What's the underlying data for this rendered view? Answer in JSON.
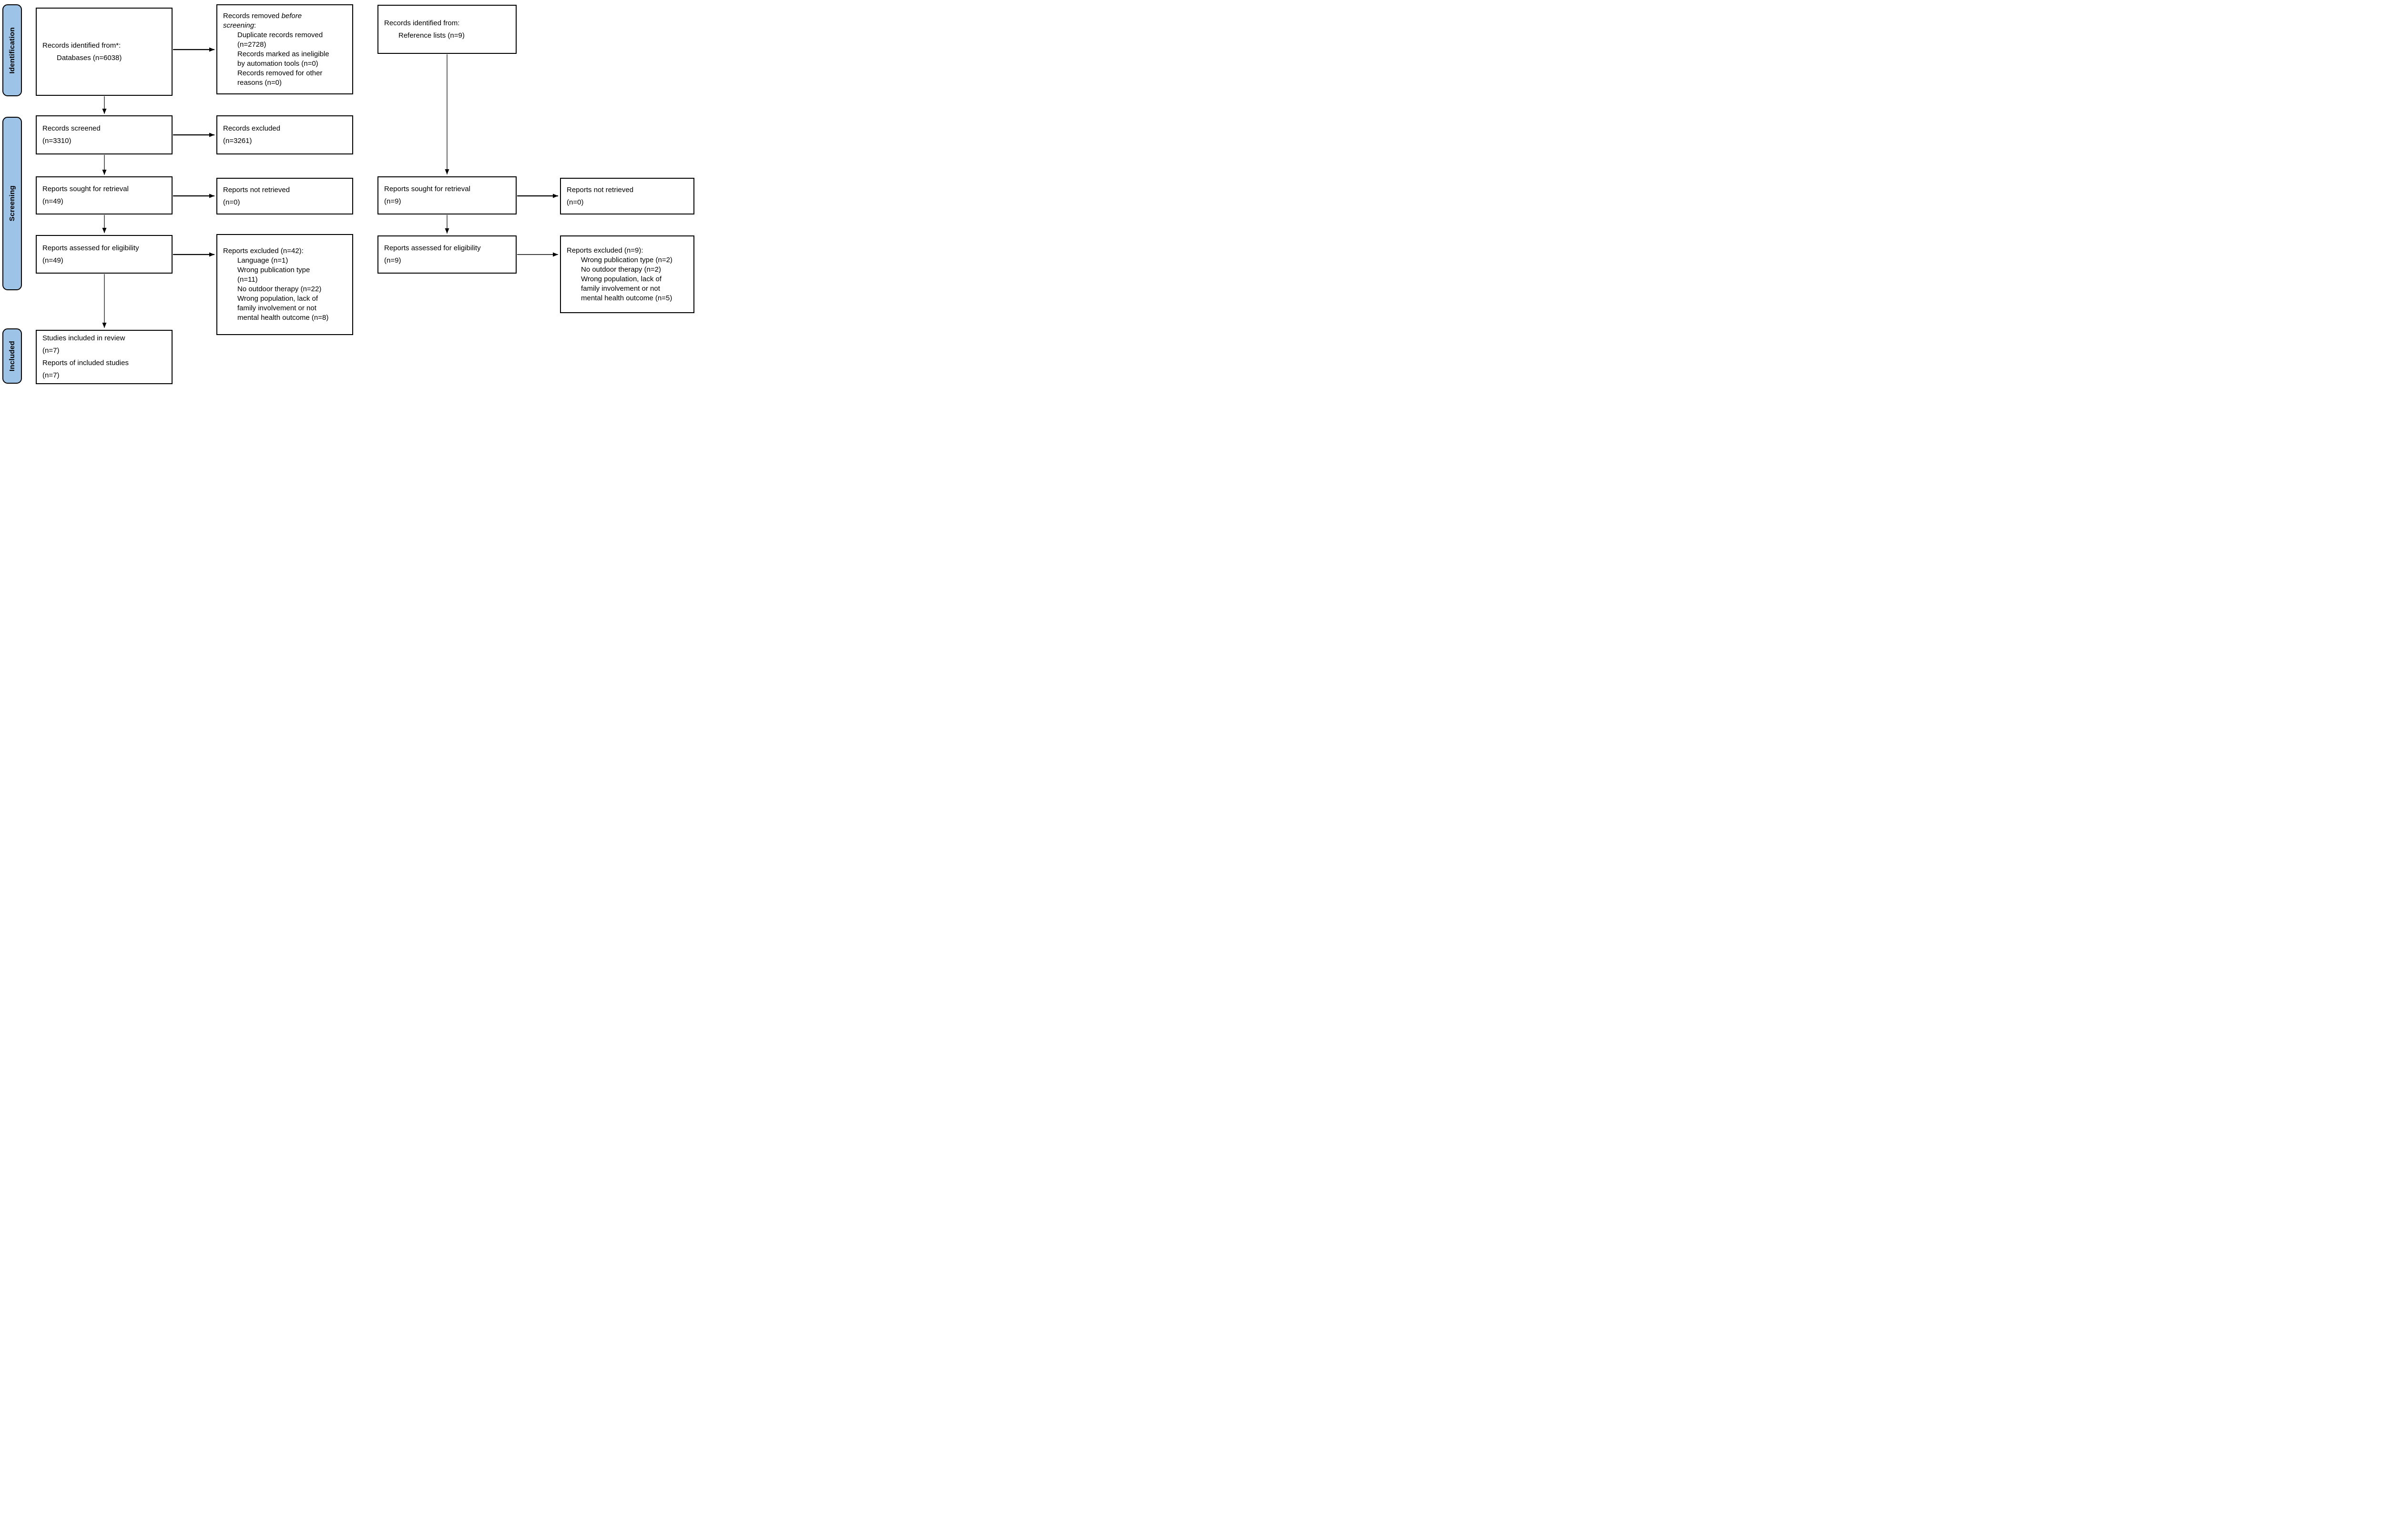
{
  "colors": {
    "stage_fill": "#9DC3E6",
    "border": "#000000",
    "box_fill": "#FFFFFF",
    "arrow": "#000000",
    "text": "#000000"
  },
  "stages": {
    "identification": "Identification",
    "screening": "Screening",
    "included": "Included"
  },
  "boxes": {
    "identification_databases": {
      "lines": [
        {
          "indent": 0,
          "text": "Records identified from*:"
        },
        {
          "indent": 1,
          "text": "Databases (n=6038)"
        }
      ]
    },
    "removed_before_screening": {
      "lines": [
        {
          "indent": 0,
          "runs": [
            {
              "text": "Records removed "
            },
            {
              "text": "before",
              "italic": true
            }
          ]
        },
        {
          "indent": 0,
          "runs": [
            {
              "text": "screening",
              "italic": true
            },
            {
              "text": ":"
            }
          ]
        },
        {
          "indent": 1,
          "text": "Duplicate records removed"
        },
        {
          "indent": 1,
          "text": "(n=2728)"
        },
        {
          "indent": 1,
          "text": "Records marked as ineligible"
        },
        {
          "indent": 1,
          "text": "by automation tools (n=0)"
        },
        {
          "indent": 1,
          "text": "Records removed for other"
        },
        {
          "indent": 1,
          "text": "reasons (n=0)"
        }
      ]
    },
    "identification_references": {
      "lines": [
        {
          "indent": 0,
          "text": "Records identified from:"
        },
        {
          "indent": 1,
          "text": "Reference lists (n=9)"
        }
      ]
    },
    "records_screened": {
      "lines": [
        {
          "indent": 0,
          "text": "Records screened"
        },
        {
          "indent": 0,
          "text": "(n=3310)"
        }
      ]
    },
    "records_excluded": {
      "lines": [
        {
          "indent": 0,
          "text": "Records excluded"
        },
        {
          "indent": 0,
          "text": "(n=3261)"
        }
      ]
    },
    "reports_sought_databases": {
      "lines": [
        {
          "indent": 0,
          "text": "Reports sought for retrieval"
        },
        {
          "indent": 0,
          "text": "(n=49)"
        }
      ]
    },
    "reports_not_retrieved_databases": {
      "lines": [
        {
          "indent": 0,
          "text": "Reports not retrieved"
        },
        {
          "indent": 0,
          "text": "(n=0)"
        }
      ]
    },
    "reports_sought_references": {
      "lines": [
        {
          "indent": 0,
          "text": "Reports sought for retrieval"
        },
        {
          "indent": 0,
          "text": "(n=9)"
        }
      ]
    },
    "reports_not_retrieved_references": {
      "lines": [
        {
          "indent": 0,
          "text": "Reports not retrieved"
        },
        {
          "indent": 0,
          "text": "(n=0)"
        }
      ]
    },
    "reports_assessed_databases": {
      "lines": [
        {
          "indent": 0,
          "text": "Reports assessed for eligibility"
        },
        {
          "indent": 0,
          "text": "(n=49)"
        }
      ]
    },
    "reports_excluded_databases": {
      "lines": [
        {
          "indent": 0,
          "text": "Reports excluded (n=42):"
        },
        {
          "indent": 1,
          "text": "Language (n=1)"
        },
        {
          "indent": 1,
          "text": "Wrong publication type"
        },
        {
          "indent": 1,
          "text": "(n=11)"
        },
        {
          "indent": 1,
          "text": "No outdoor therapy (n=22)"
        },
        {
          "indent": 1,
          "text": "Wrong population, lack of"
        },
        {
          "indent": 1,
          "text": "family involvement or not"
        },
        {
          "indent": 1,
          "text": "mental health outcome (n=8)"
        }
      ]
    },
    "reports_assessed_references": {
      "lines": [
        {
          "indent": 0,
          "text": "Reports assessed for eligibility"
        },
        {
          "indent": 0,
          "text": "(n=9)"
        }
      ]
    },
    "reports_excluded_references": {
      "lines": [
        {
          "indent": 0,
          "text": "Reports excluded (n=9):"
        },
        {
          "indent": 1,
          "text": "Wrong publication type (n=2)"
        },
        {
          "indent": 1,
          "text": "No outdoor therapy (n=2)"
        },
        {
          "indent": 1,
          "text": "Wrong population, lack of"
        },
        {
          "indent": 1,
          "text": "family involvement or not"
        },
        {
          "indent": 1,
          "text": "mental health outcome (n=5)"
        }
      ]
    },
    "studies_included": {
      "lines": [
        {
          "indent": 0,
          "text": "Studies included in review"
        },
        {
          "indent": 0,
          "text": "(n=7)"
        },
        {
          "indent": 0,
          "text": "Reports of included studies"
        },
        {
          "indent": 0,
          "text": "(n=7)"
        }
      ]
    }
  }
}
